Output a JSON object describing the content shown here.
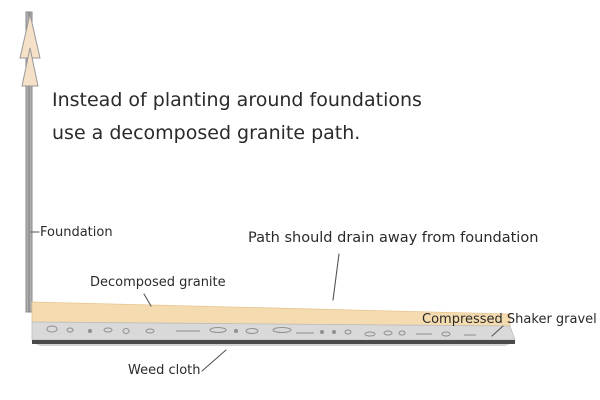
{
  "note": {
    "line1": "Instead of planting around foundations",
    "line2": "use a decomposed granite path."
  },
  "labels": {
    "foundation": "Foundation",
    "drain": "Path should drain away from foundation",
    "granite": "Decomposed granite",
    "gravel": "Compressed Shaker gravel",
    "weed_cloth": "Weed cloth"
  },
  "colors": {
    "granite": "#f4dcb0",
    "gravel": "#d9d9d9",
    "weed_cloth": "#4a4a4a",
    "foundation": "#b0b0b0",
    "arrow_tint": "#f5e0c8"
  }
}
